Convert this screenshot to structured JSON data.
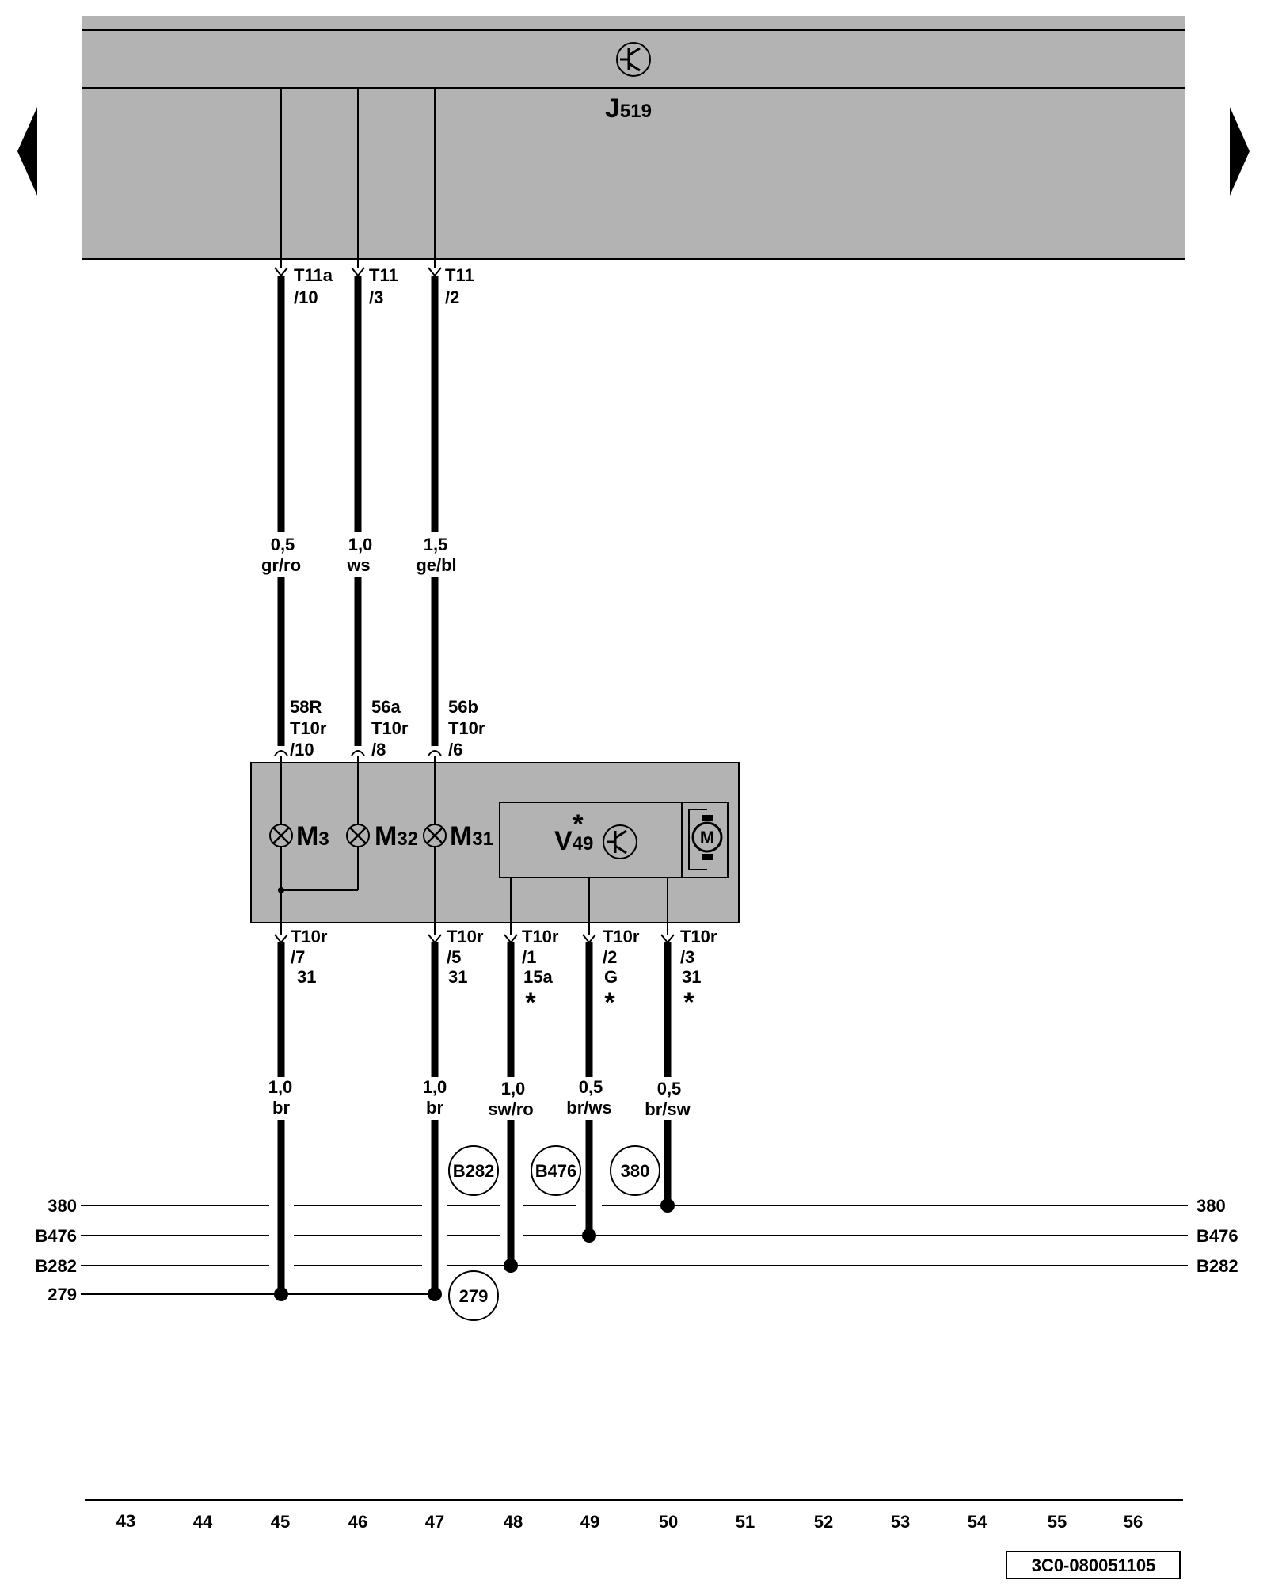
{
  "navigation": {
    "prev_icon": "triangle-left-icon",
    "next_icon": "triangle-right-icon"
  },
  "control_unit": {
    "prefix": "J",
    "sub": "519",
    "icon": "electronic-module-icon"
  },
  "upper_pins": [
    {
      "id": "45",
      "conn": "T11a",
      "pin": "/10"
    },
    {
      "id": "46",
      "conn": "T11",
      "pin": "/3"
    },
    {
      "id": "47",
      "conn": "T11",
      "pin": "/2"
    }
  ],
  "upper_wires": [
    {
      "id": "45",
      "gauge": "0,5",
      "color": "gr/ro"
    },
    {
      "id": "46",
      "gauge": "1,0",
      "color": "ws"
    },
    {
      "id": "47",
      "gauge": "1,5",
      "color": "ge/bl"
    }
  ],
  "component_top_pins": [
    {
      "id": "45",
      "terminal": "58R",
      "conn": "T10r",
      "pin": "/10"
    },
    {
      "id": "46",
      "terminal": "56a",
      "conn": "T10r",
      "pin": "/8"
    },
    {
      "id": "47",
      "terminal": "56b",
      "conn": "T10r",
      "pin": "/6"
    }
  ],
  "bulbs": [
    {
      "id": "m3",
      "prefix": "M",
      "sub": "3"
    },
    {
      "id": "m32",
      "prefix": "M",
      "sub": "32"
    },
    {
      "id": "m31",
      "prefix": "M",
      "sub": "31"
    }
  ],
  "motor": {
    "prefix": "V",
    "sub": "49",
    "star": "*",
    "motor_letter": "M"
  },
  "bottom_pins": [
    {
      "id": "45",
      "conn": "T10r",
      "pin": "/7",
      "terminal": "31",
      "star": ""
    },
    {
      "id": "47",
      "conn": "T10r",
      "pin": "/5",
      "terminal": "31",
      "star": ""
    },
    {
      "id": "48",
      "conn": "T10r",
      "pin": "/1",
      "terminal": "15a",
      "star": "*"
    },
    {
      "id": "49",
      "conn": "T10r",
      "pin": "/2",
      "terminal": "G",
      "star": "*"
    },
    {
      "id": "50",
      "conn": "T10r",
      "pin": "/3",
      "terminal": "31",
      "star": "*"
    }
  ],
  "lower_wires": [
    {
      "id": "45",
      "gauge": "1,0",
      "color": "br"
    },
    {
      "id": "47",
      "gauge": "1,0",
      "color": "br"
    },
    {
      "id": "48",
      "gauge": "1,0",
      "color": "sw/ro"
    },
    {
      "id": "49",
      "gauge": "0,5",
      "color": "br/ws"
    },
    {
      "id": "50",
      "gauge": "0,5",
      "color": "br/sw"
    }
  ],
  "connection_circles": [
    "B282",
    "B476",
    "380",
    "279"
  ],
  "bus_lines": [
    {
      "id": "380",
      "left": "380",
      "right": "380"
    },
    {
      "id": "b476",
      "left": "B476",
      "right": "B476"
    },
    {
      "id": "b282",
      "left": "B282",
      "right": "B282"
    },
    {
      "id": "279",
      "left": "279",
      "right": ""
    }
  ],
  "column_numbers": [
    "43",
    "44",
    "45",
    "46",
    "47",
    "48",
    "49",
    "50",
    "51",
    "52",
    "53",
    "54",
    "55",
    "56"
  ],
  "diagram_code": "3C0-080051105"
}
